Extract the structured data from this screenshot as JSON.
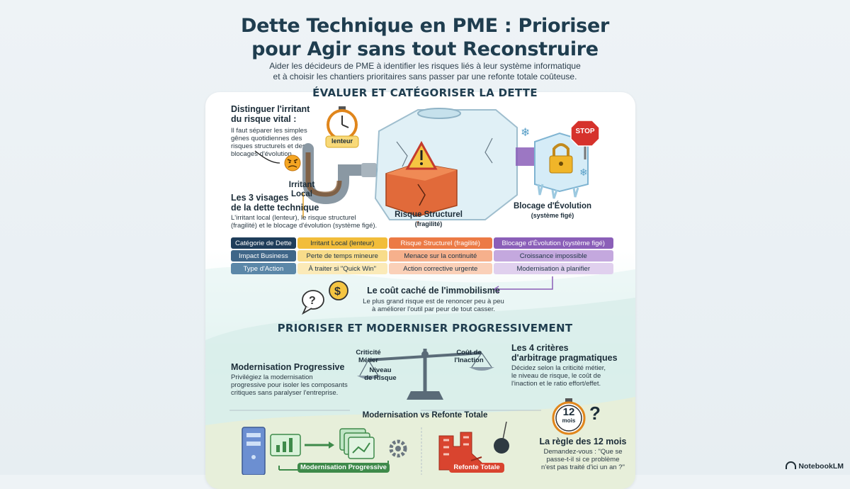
{
  "header": {
    "title_line1": "Dette Technique en PME : Prioriser",
    "title_line2": "pour Agir sans tout Reconstruire",
    "subtitle_line1": "Aider les décideurs de PME à identifier les risques liés à leur système informatique",
    "subtitle_line2": "et à choisir les chantiers prioritaires sans passer par une refonte totale coûteuse."
  },
  "section1": {
    "heading": "ÉVALUER ET CATÉGORISER LA DETTE",
    "distinguish": {
      "title_line1": "Distinguer l'irritant",
      "title_line2": "du risque vital :",
      "text_lines": [
        "Il faut séparer les simples",
        "gênes quotidiennes des",
        "risques structurels et des",
        "blocages d'évolution."
      ]
    },
    "labels": {
      "lenteur": "lenteur",
      "irritant_line1": "Irritant",
      "irritant_line2": "Local",
      "risque": "Risque Structurel",
      "risque_sub": "(fragilité)",
      "blocage": "Blocage d'Évolution",
      "blocage_sub": "(système figé)",
      "stop": "STOP"
    },
    "visages": {
      "title_line1": "Les 3 visages",
      "title_line2": "de la dette technique",
      "text_line1": "L'irritant local (lenteur), le risque structurel",
      "text_line2": "(fragilité) et le blocage d'évolution (système figé)."
    },
    "table": {
      "rows": [
        {
          "label": "Catégorie de Dette",
          "c1": "Irritant Local (lenteur)",
          "c2": "Risque Structurel (fragilité)",
          "c3": "Blocage d'Évolution (système figé)"
        },
        {
          "label": "Impact Business",
          "c1": "Perte de temps mineure",
          "c2": "Menace sur la continuité",
          "c3": "Croissance impossible"
        },
        {
          "label": "Type d'Action",
          "c1": "À traiter si \"Quick Win\"",
          "c2": "Action corrective urgente",
          "c3": "Modernisation à planifier"
        }
      ],
      "colors": {
        "label_bg": [
          "#1f3d5a",
          "#3f6688",
          "#5b87a8"
        ],
        "c1_bg": [
          "#f2bd3a",
          "#f8dc8a",
          "#fbeab8"
        ],
        "c2_bg": [
          "#ec7a45",
          "#f6b08c",
          "#fad0b8"
        ],
        "c3_bg": [
          "#8b5fb8",
          "#c4a8de",
          "#e0d0ee"
        ]
      }
    },
    "cout": {
      "title": "Le coût caché de l'immobilisme",
      "text_line1": "Le plus grand risque est de renoncer peu à peu",
      "text_line2": "à améliorer l'outil par peur de tout casser."
    }
  },
  "section2": {
    "heading": "PRIORISER ET MODERNISER PROGRESSIVEMENT",
    "modernisation": {
      "title": "Modernisation Progressive",
      "text_lines": [
        "Privilégiez la modernisation",
        "progressive pour isoler les composants",
        "critiques sans paralyser l'entreprise."
      ]
    },
    "balance": {
      "criticite_line1": "Criticité",
      "criticite_line2": "Métier",
      "niveau_line1": "Niveau",
      "niveau_line2": "de Risque",
      "cout_line1": "Coût de",
      "cout_line2": "l'Inaction"
    },
    "criteres": {
      "title_line1": "Les 4 critères",
      "title_line2": "d'arbitrage pragmatiques",
      "text_lines": [
        "Décidez selon la criticité métier,",
        "le niveau de risque, le coût de",
        "l'inaction et le ratio effort/effet."
      ]
    },
    "versus": "Modernisation vs Refonte Totale",
    "tag_progressive": "Modernisation Progressive",
    "tag_refonte": "Refonte Totale",
    "regle": {
      "clock_number": "12",
      "clock_unit": "mois",
      "title": "La règle des 12 mois",
      "text_line1": "Demandez-vous : \"Que se",
      "text_line2": "passe-t-il si ce problème",
      "text_line3": "n'est pas traité d'ici un an ?\""
    }
  },
  "brand": "NotebookLM"
}
